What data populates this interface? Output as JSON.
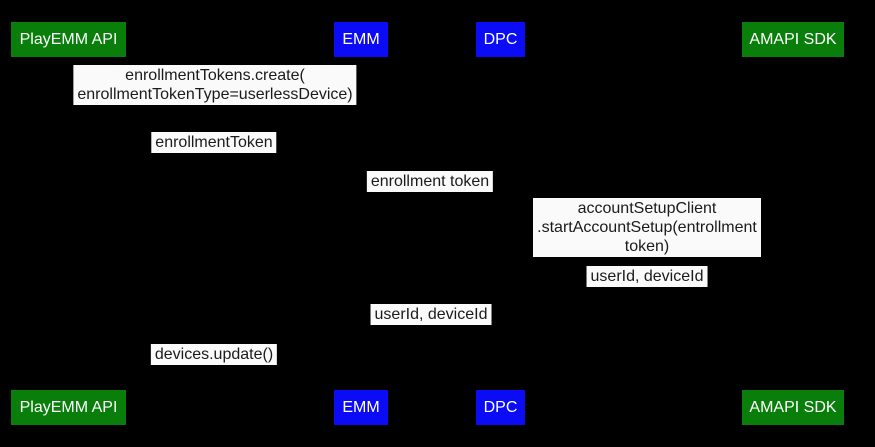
{
  "diagram": {
    "type": "sequence",
    "background": "#000000",
    "label_style": {
      "background": "#fafafa",
      "text_color": "#1b1b1b"
    },
    "actors": [
      {
        "label": "PlayEMM API",
        "color": "#0a7e0a"
      },
      {
        "label": "EMM",
        "color": "#0b0bf5"
      },
      {
        "label": "DPC",
        "color": "#0b0bf5"
      },
      {
        "label": "AMAPI SDK",
        "color": "#0a7e0a"
      }
    ],
    "messages": [
      {
        "label": "enrollmentTokens.create(\nenrollmentTokenType=userlessDevice)",
        "between": [
          "PlayEMM API",
          "EMM"
        ]
      },
      {
        "label": "enrollmentToken",
        "between": [
          "PlayEMM API",
          "EMM"
        ]
      },
      {
        "label": "enrollment token",
        "between": [
          "EMM",
          "DPC"
        ]
      },
      {
        "label": "accountSetupClient\n.startAccountSetup(entrollment token)",
        "between": [
          "DPC",
          "AMAPI SDK"
        ]
      },
      {
        "label": "userId, deviceId",
        "between": [
          "DPC",
          "AMAPI SDK"
        ]
      },
      {
        "label": "userId, deviceId",
        "between": [
          "EMM",
          "DPC"
        ]
      },
      {
        "label": "devices.update()",
        "between": [
          "PlayEMM API",
          "EMM"
        ]
      }
    ]
  }
}
